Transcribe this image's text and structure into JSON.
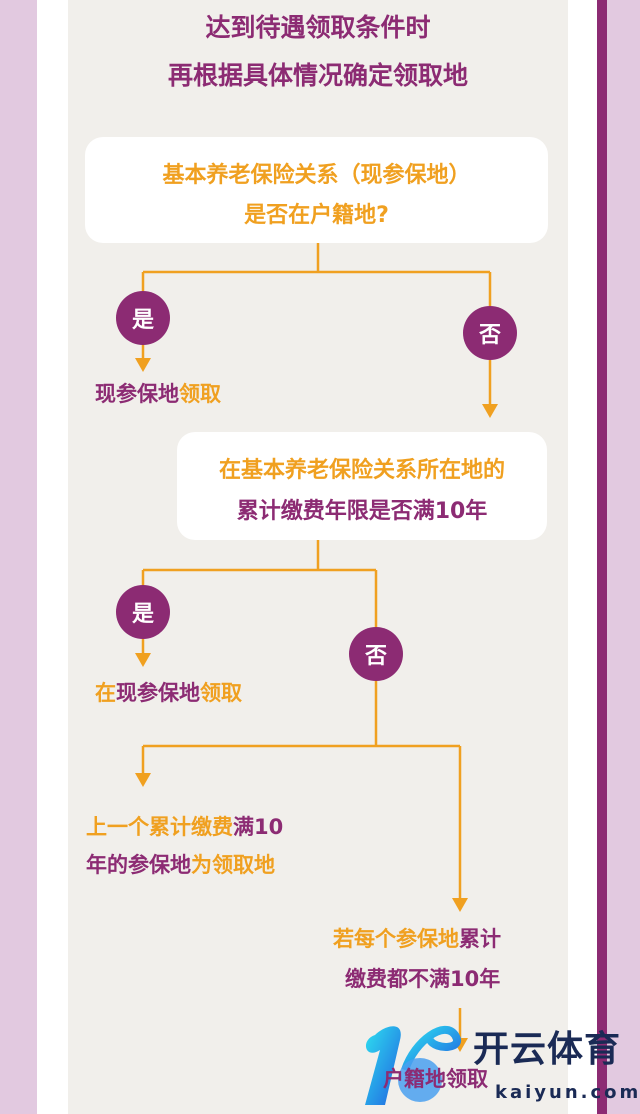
{
  "header": {
    "line1": "达到待遇领取条件时",
    "line2": "再根据具体情况确定领取地"
  },
  "q1": {
    "line1": "基本养老保险关系（现参保地）",
    "line2": "是否在户籍地?",
    "yes": "是",
    "no": "否",
    "yes_result": {
      "a": "现参保地",
      "b": "领取"
    }
  },
  "q2": {
    "line1": "在基本养老保险关系所在地的",
    "line2": "累计缴费年限是否满10年",
    "yes": "是",
    "no": "否",
    "yes_result": {
      "a": "在",
      "b": "现参保地",
      "c": "领取"
    }
  },
  "branch_left": {
    "l1a": "上一个累计缴费",
    "l1b": "满10",
    "l2a": "年的参保地",
    "l2b": "为领取地"
  },
  "branch_right": {
    "l1a": "若每个参保地",
    "l1b": "累计",
    "l2": "缴费都不满10年",
    "result": "户籍地领取"
  },
  "watermark": {
    "cn": "开云体育",
    "en": "kaiyun.com"
  },
  "colors": {
    "purple": "#8c2b73",
    "orange": "#f0a020",
    "panel": "#f1efeb"
  }
}
